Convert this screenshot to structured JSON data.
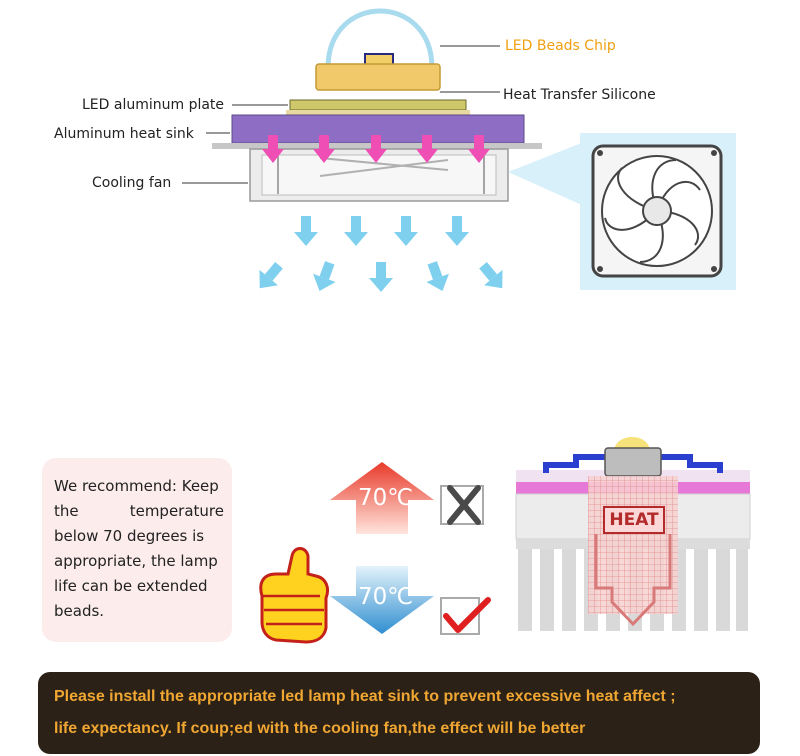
{
  "labels": {
    "led_beads_chip": "LED Beads Chip",
    "heat_transfer_silicone": "Heat Transfer Silicone",
    "led_aluminum_plate": "LED aluminum plate",
    "aluminum_heat_sink": "Aluminum heat sink",
    "cooling_fan": "Cooling fan"
  },
  "recommendation": {
    "line1": "We recommend: Keep",
    "line2_a": "the",
    "line2_b": "temperature",
    "line3": "below 70  degrees is",
    "line4": "appropriate, the lamp",
    "line5": "life can be extended",
    "line6": "beads."
  },
  "temperature": {
    "upper": "70℃",
    "lower": "70℃"
  },
  "heat_label": "HEAT",
  "banner": {
    "line1": "Please install the appropriate led lamp heat sink to prevent excessive heat affect ;",
    "line2": "life expectancy. If coup;ed with the cooling fan,the effect will be better"
  },
  "colors": {
    "purple_sink": "#8e6ec4",
    "chip_gold": "#e8c25a",
    "airflow": "#7fd0ee",
    "heat_arrow": "#ef4fb4",
    "banner_bg": "#2b2116",
    "banner_text": "#f0a632",
    "orange_label": "#f0a010"
  },
  "icons": [
    "thumbs-up-icon",
    "cross-mark-icon",
    "check-mark-icon",
    "fan-icon"
  ]
}
